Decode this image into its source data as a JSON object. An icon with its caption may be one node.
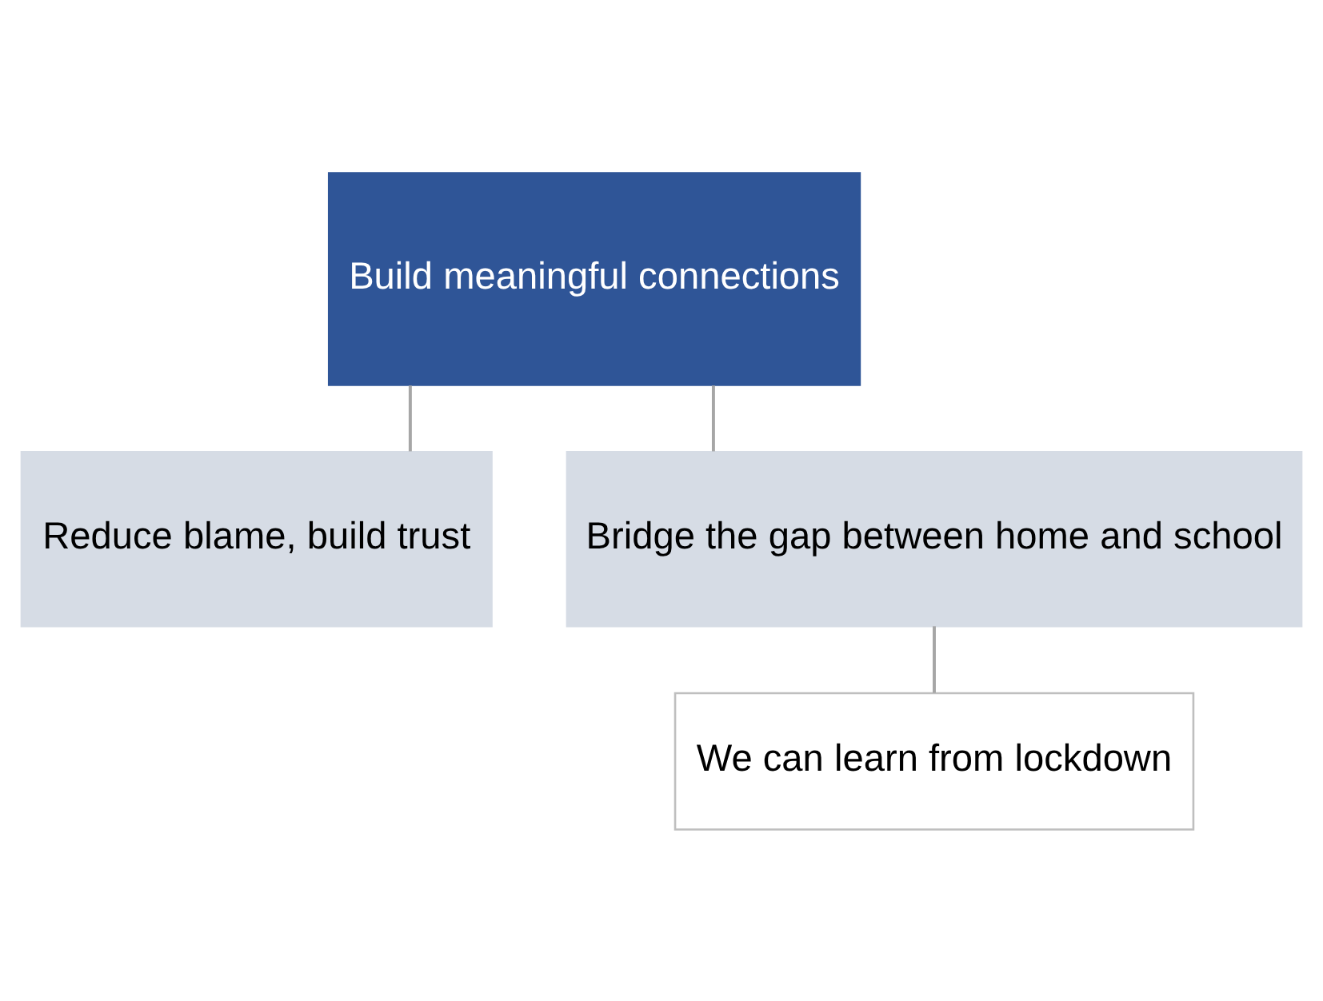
{
  "diagram": {
    "nodes": [
      {
        "text": [
          "Build meaningful connections"
        ]
      },
      {
        "text": [
          "Reduce blame, build trust"
        ]
      },
      {
        "text": [
          "Bridge the gap between home and school"
        ]
      },
      {
        "text": [
          "We can learn from lockdown"
        ]
      }
    ],
    "edges": [
      {
        "from": 0,
        "to": 1,
        "arrow": "none"
      },
      {
        "from": 0,
        "to": 2,
        "arrow": "none"
      },
      {
        "from": 2,
        "to": 3,
        "arrow": "none"
      }
    ]
  }
}
